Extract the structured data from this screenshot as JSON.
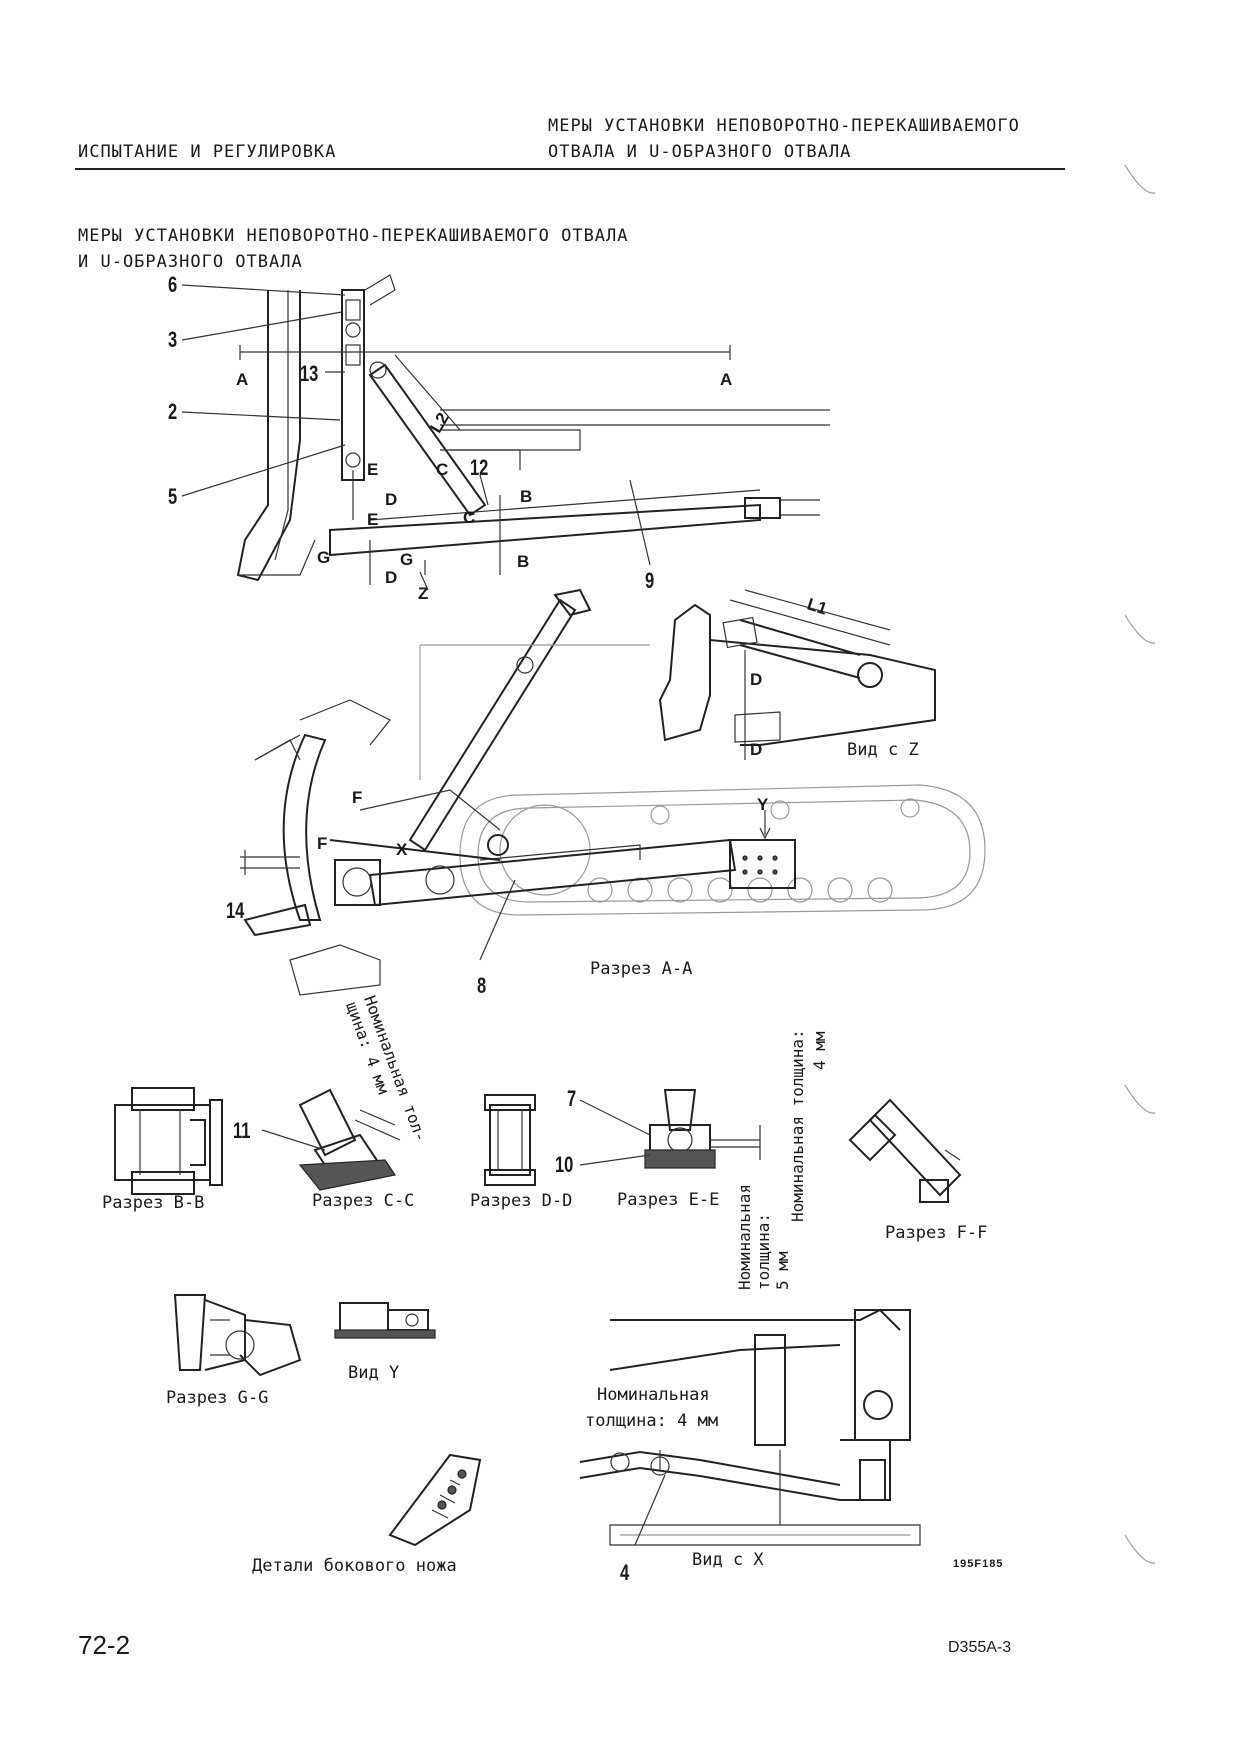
{
  "header": {
    "left": "ИСПЫТАНИЕ И РЕГУЛИРОВКА",
    "right_line1": "МЕРЫ УСТАНОВКИ НЕПОВОРОТНО-ПЕРЕКАШИВАЕМОГО",
    "right_line2": "ОТВАЛА И U-ОБРАЗНОГО ОТВАЛА"
  },
  "page_title": {
    "line1": "МЕРЫ УСТАНОВКИ НЕПОВОРОТНО-ПЕРЕКАШИВАЕМОГО ОТВАЛА",
    "line2": "И U-ОБРАЗНОГО ОТВАЛА"
  },
  "callouts": [
    "6",
    "3",
    "13",
    "2",
    "5",
    "12",
    "9",
    "14",
    "8",
    "11",
    "7",
    "10",
    "4"
  ],
  "section_markers": {
    "A": "A",
    "B": "B",
    "C": "C",
    "D": "D",
    "E": "E",
    "F": "F",
    "G": "G",
    "X": "X",
    "Y": "Y",
    "Z": "Z",
    "L1": "L1",
    "L2": "L2"
  },
  "view_labels": {
    "view_z": "Вид с Z",
    "section_aa": "Разрез A-A",
    "section_bb": "Разрез B-B",
    "section_cc": "Разрез C-C",
    "section_dd": "Разрез D-D",
    "section_ee": "Разрез E-E",
    "section_ff": "Разрез F-F",
    "section_gg": "Разрез G-G",
    "view_y": "Вид Y",
    "side_cutter": "Детали бокового ножа",
    "view_x": "Вид с X"
  },
  "notes": {
    "cc_line1": "Номинальная тол-",
    "cc_line2": "щина: 4 мм",
    "ee_left_line1": "Номинальная",
    "ee_left_line2": "толщина:",
    "ee_left_line3": "5 мм",
    "ee_right_line1": "Номинальная толщина:",
    "ee_right_line2": "4 мм",
    "viewx_line1": "Номинальная",
    "viewx_line2": "толщина: 4 мм"
  },
  "figure_code": "195F185",
  "footer": {
    "page_number": "72-2",
    "model": "D355A-3"
  }
}
